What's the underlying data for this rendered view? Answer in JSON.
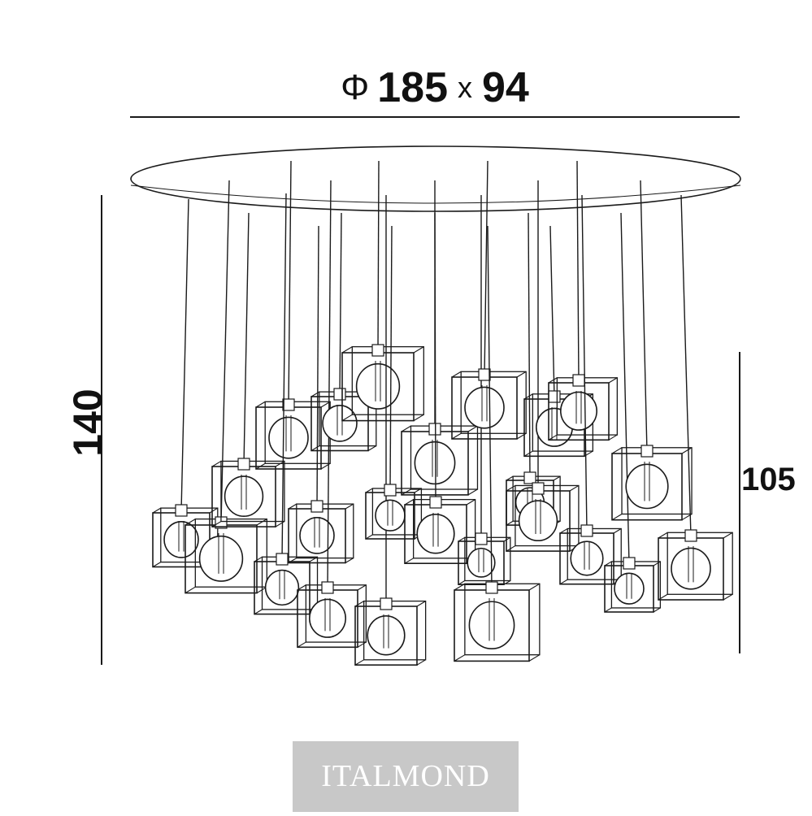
{
  "dimensions": {
    "diameter_symbol": "Φ",
    "width": "185",
    "times": "x",
    "depth": "94",
    "height_total": "140",
    "height_drop": "105"
  },
  "brand": {
    "name": "ITALMOND"
  },
  "colors": {
    "line": "#1a1a1a",
    "brand_bg": "#c8c8c8",
    "brand_text": "#ffffff"
  }
}
